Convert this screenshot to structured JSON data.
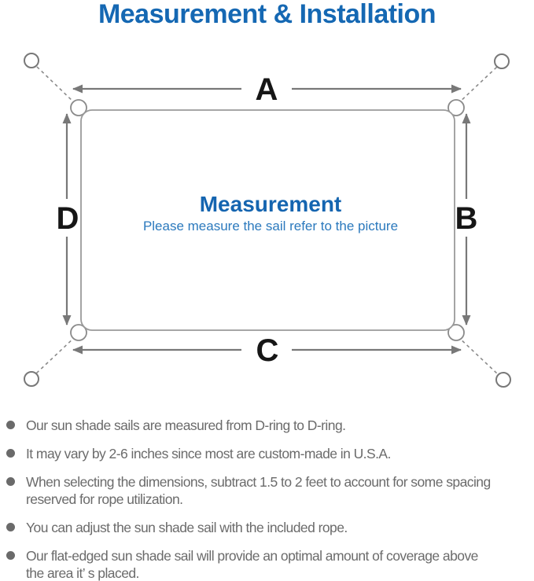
{
  "title": "Measurement & Installation",
  "diagram": {
    "labels": {
      "top": "A",
      "right": "B",
      "bottom": "C",
      "left": "D"
    },
    "center_title": "Measurement",
    "center_subtitle": "Please measure the sail refer to the picture"
  },
  "notes": [
    {
      "text": "Our sun shade sails are measured from D-ring to D-ring."
    },
    {
      "text": "It may vary by 2-6 inches since most are custom-made in U.S.A."
    },
    {
      "text": "When selecting the dimensions, subtract 1.5 to 2 feet to account for some spacing\nreserved for rope utilization."
    },
    {
      "text": "You can adjust the sun shade sail with the included rope."
    },
    {
      "text": "Our flat-edged sun shade sail will provide an optimal amount of coverage above\nthe area it’ s placed."
    }
  ],
  "colors": {
    "title_blue": "#1568b3",
    "center_heading_blue": "#1565b0",
    "center_subtitle_blue": "#2b79bd",
    "dimension_label_black": "#161616",
    "line_gray": "#8a8a8a",
    "arrow_gray": "#787878",
    "note_text_gray": "#6b6b6b"
  }
}
